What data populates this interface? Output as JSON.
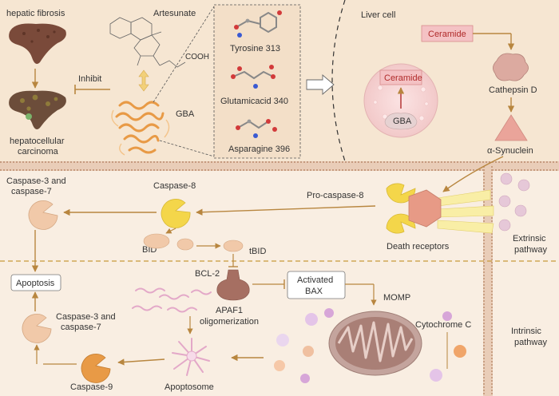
{
  "labels": {
    "hepatic_fibrosis": "hepatic fibrosis",
    "hcc_line1": "hepatocellular",
    "hcc_line2": "carcinoma",
    "inhibit": "Inhibit",
    "artesunate": "Artesunate",
    "gba": "GBA",
    "tyrosine": "Tyrosine 313",
    "glutamic": "Glutamicacid 340",
    "asparagine": "Asparagine 396",
    "liver_cell": "Liver cell",
    "ceramide_top": "Ceramide",
    "ceramide_inner": "Ceramide",
    "gba_inner": "GBA",
    "cathepsin": "Cathepsin D",
    "synuclein": "α-Synuclein",
    "casp37_top_l1": "Caspase-3 and",
    "casp37_top_l2": "caspase-7",
    "caspase8": "Caspase-8",
    "pro_caspase8": "Pro-caspase-8",
    "bid": "BID",
    "tbid": "tBID",
    "death_receptors": "Death receptors",
    "extrinsic_l1": "Extrinsic",
    "extrinsic_l2": "pathway",
    "apoptosis": "Apoptosis",
    "bcl2": "BCL-2",
    "activated_l1": "Activated",
    "activated_l2": "BAX",
    "momp": "MOMP",
    "apaf1_l1": "APAF1",
    "apaf1_l2": "oligomerization",
    "cytochrome": "Cytochrome C",
    "casp37_bot_l1": "Caspase-3 and",
    "casp37_bot_l2": "caspase-7",
    "intrinsic_l1": "Intrinsic",
    "intrinsic_l2": "pathway",
    "caspase9": "Caspase-9",
    "apoptosome": "Apoptosome",
    "cooh": "COOH"
  },
  "colors": {
    "background_top": "#f6e6d2",
    "background_bottom": "#f9eee2",
    "arrow": "#b8863f",
    "membrane": "#b98a6a",
    "ceramide_fill": "#f4c2c4",
    "ceramide_text": "#b02a2a",
    "caspase_yellow": "#f4d64a",
    "caspase_peach": "#f1c9a9",
    "caspase9_orange": "#e89a46",
    "bcl2_brown": "#a66f62",
    "mito_outer": "#c4a49d",
    "liver_brown": "#7a4a3a",
    "synuclein_triangle": "#eaa49a"
  }
}
